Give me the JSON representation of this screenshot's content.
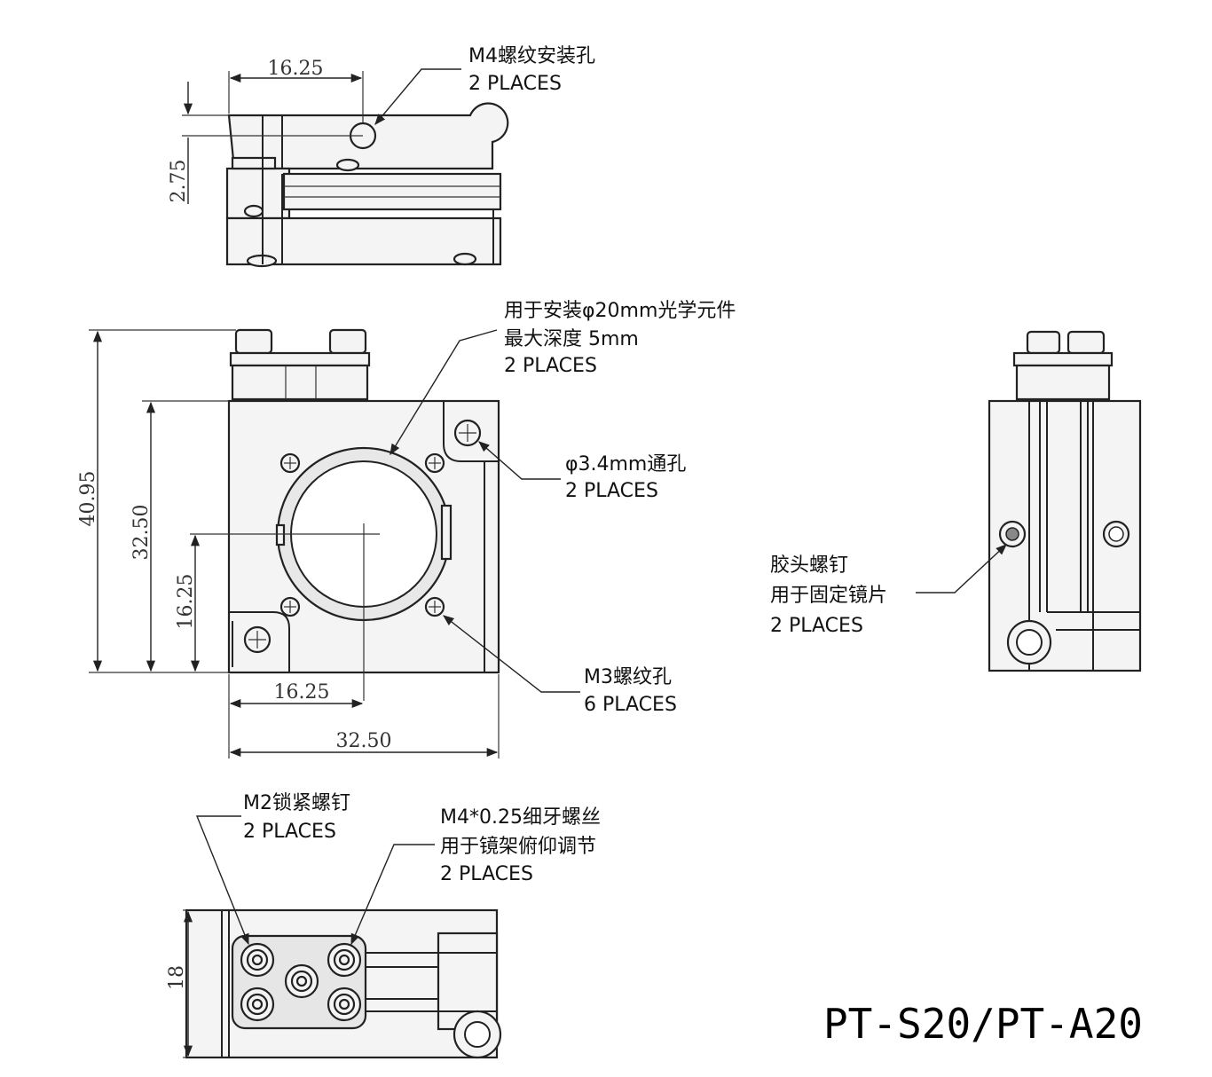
{
  "dimensions": {
    "top_width": "16.25",
    "top_height": "2.75",
    "front_total_height": "40.95",
    "front_body_height": "32.50",
    "front_center_height": "16.25",
    "front_center_width": "16.25",
    "front_width": "32.50",
    "bottom_height": "18"
  },
  "notes": {
    "m4_hole": {
      "line1": "M4螺纹安装孔",
      "line2": "2 PLACES"
    },
    "optic_mount": {
      "line1": "用于安装φ20mm光学元件",
      "line2": "最大深度 5mm",
      "line3": "2 PLACES"
    },
    "through_hole": {
      "line1": "φ3.4mm通孔",
      "line2": "2 PLACES"
    },
    "m3_hole": {
      "line1": "M3螺纹孔",
      "line2": "6 PLACES"
    },
    "glue_screw": {
      "line1": "胶头螺钉",
      "line2": "用于固定镜片",
      "line3": "2 PLACES"
    },
    "m2_screw": {
      "line1": "M2锁紧螺钉",
      "line2": "2 PLACES"
    },
    "fine_thread": {
      "line1": "M4*0.25细牙螺丝",
      "line2": "用于镜架俯仰调节",
      "line3": "2 PLACES"
    }
  },
  "title": "PT-S20/PT-A20"
}
